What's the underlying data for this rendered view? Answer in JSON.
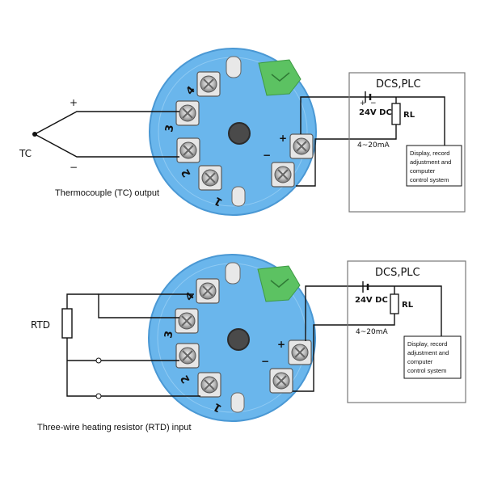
{
  "top": {
    "plus": "+",
    "minus": "−",
    "tc_label": "TC",
    "caption": "Thermocouple (TC) output",
    "box_title": "DCS,PLC",
    "supply": "24V DC",
    "load": "RL",
    "current": "4~20mA",
    "terminal_plus": "+",
    "terminal_minus": "−",
    "display_lines": [
      "Display, record",
      "adjustment and",
      "computer",
      "control system"
    ],
    "terminals": [
      "4",
      "3",
      "2",
      "1"
    ]
  },
  "bottom": {
    "rtd_label": "RTD",
    "caption": "Three-wire heating resistor (RTD) input",
    "box_title": "DCS,PLC",
    "supply": "24V DC",
    "load": "RL",
    "current": "4~20mA",
    "terminal_plus": "+",
    "terminal_minus": "−",
    "display_lines": [
      "Display, record",
      "adjustment and",
      "computer",
      "control system"
    ],
    "terminals": [
      "4",
      "3",
      "2",
      "1"
    ]
  },
  "colors": {
    "module_blue": "#6ab6ec",
    "module_edge": "#4a98d4",
    "connector_green": "#5cc262",
    "wire": "#111111"
  }
}
